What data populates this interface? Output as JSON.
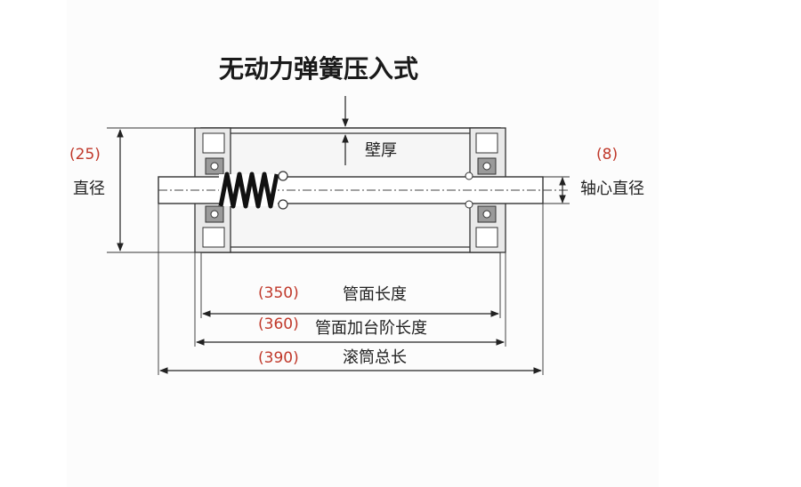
{
  "title": "无动力弹簧压入式",
  "labels": {
    "wall_thickness": "壁厚",
    "diameter": "直径",
    "diameter_value": "(25)",
    "shaft_diameter": "轴心直径",
    "shaft_value": "(8)",
    "tube_length": "管面长度",
    "tube_length_value": "(350)",
    "tube_step_length": "管面加台阶长度",
    "tube_step_length_value": "(360)",
    "total_length": "滚筒总长",
    "total_length_value": "(390)"
  },
  "colors": {
    "value_red": "#c0392b",
    "line": "#222222",
    "tube_fill": "#f2f2f2",
    "bearing_fill": "#9a9a9a"
  }
}
